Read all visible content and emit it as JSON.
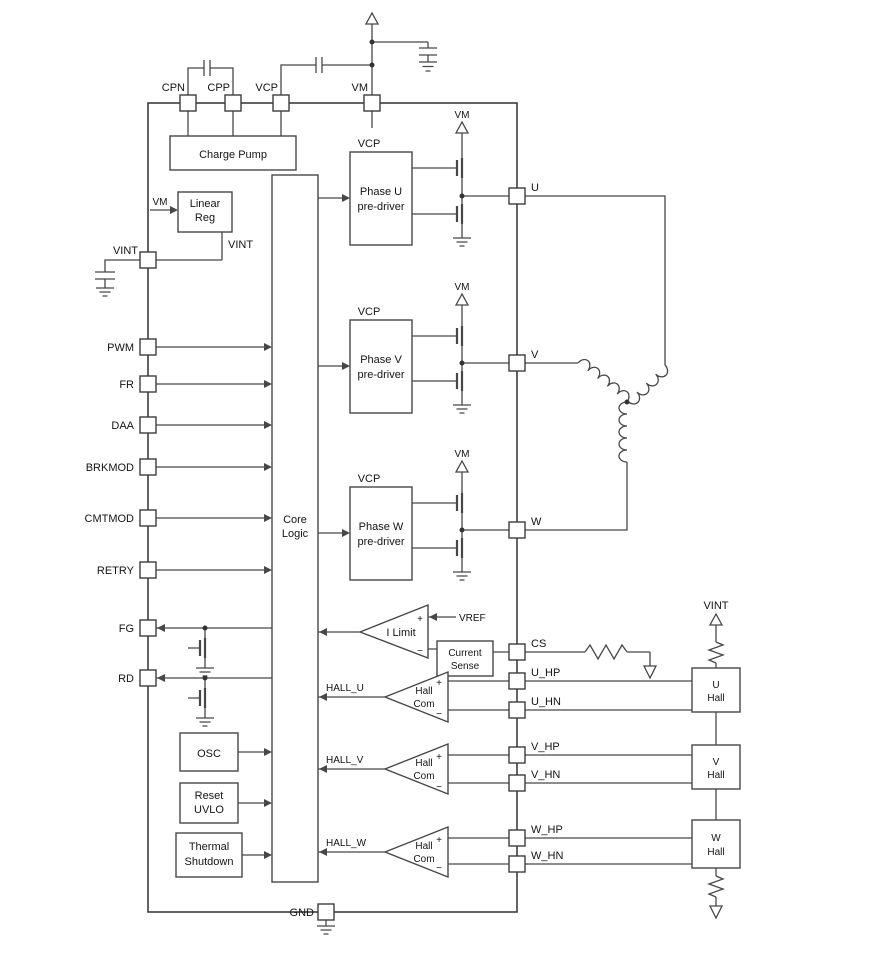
{
  "pins": {
    "top": [
      "CPN",
      "CPP",
      "VCP",
      "VM"
    ],
    "left": [
      "VINT",
      "PWM",
      "FR",
      "DAA",
      "BRKMOD",
      "CMTMOD",
      "RETRY",
      "FG",
      "RD"
    ],
    "right": [
      "U",
      "V",
      "W",
      "CS",
      "U_HP",
      "U_HN",
      "V_HP",
      "V_HN",
      "W_HP",
      "W_HN"
    ],
    "bottom": [
      "GND"
    ]
  },
  "blocks": {
    "charge_pump": "Charge Pump",
    "linear_reg": {
      "l1": "Linear",
      "l2": "Reg"
    },
    "core_logic": {
      "l1": "Core",
      "l2": "Logic"
    },
    "predriver_u": {
      "l1": "Phase U",
      "l2": "pre-driver"
    },
    "predriver_v": {
      "l1": "Phase V",
      "l2": "pre-driver"
    },
    "predriver_w": {
      "l1": "Phase W",
      "l2": "pre-driver"
    },
    "osc": "OSC",
    "reset_uvlo": {
      "l1": "Reset",
      "l2": "UVLO"
    },
    "thermal_shutdown": {
      "l1": "Thermal",
      "l2": "Shutdown"
    },
    "current_sense": {
      "l1": "Current",
      "l2": "Sense"
    },
    "i_limit": "I Limit",
    "hall_com": {
      "l1": "Hall",
      "l2": "Com"
    },
    "hall_sensor_u": {
      "l1": "U",
      "l2": "Hall"
    },
    "hall_sensor_v": {
      "l1": "V",
      "l2": "Hall"
    },
    "hall_sensor_w": {
      "l1": "W",
      "l2": "Hall"
    }
  },
  "nets": {
    "vm": "VM",
    "vcp": "VCP",
    "vint": "VINT",
    "vref": "VREF",
    "hall_u": "HALL_U",
    "hall_v": "HALL_V",
    "hall_w": "HALL_W"
  },
  "symbols": {
    "plus": "+",
    "minus": "−"
  },
  "colors": {
    "line": "#474747",
    "text": "#141414",
    "background": "#ffffff"
  }
}
